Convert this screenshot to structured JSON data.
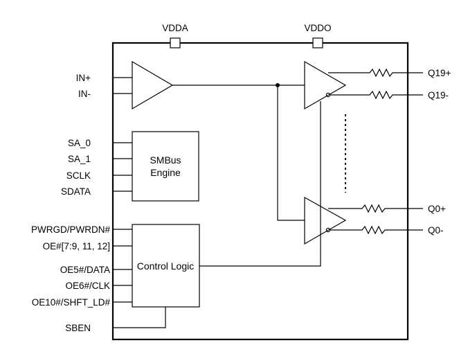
{
  "supplies": {
    "vdda": "VDDA",
    "vddo": "VDDO"
  },
  "inputs": {
    "in_pos": "IN+",
    "in_neg": "IN-"
  },
  "smbus": {
    "pins": [
      "SA_0",
      "SA_1",
      "SCLK",
      "SDATA"
    ],
    "title_line1": "SMBus",
    "title_line2": "Engine"
  },
  "control": {
    "pins": [
      "PWRGD/PWRDN#",
      "OE#[7:9, 11, 12]",
      "OE5#/DATA",
      "OE6#/CLK",
      "OE10#/SHFT_LD#"
    ],
    "title": "Control Logic",
    "sben": "SBEN"
  },
  "outputs": {
    "q19_pos": "Q19+",
    "q19_neg": "Q19-",
    "q0_pos": "Q0+",
    "q0_neg": "Q0-"
  },
  "colors": {
    "line": "#000000",
    "background": "#ffffff"
  }
}
